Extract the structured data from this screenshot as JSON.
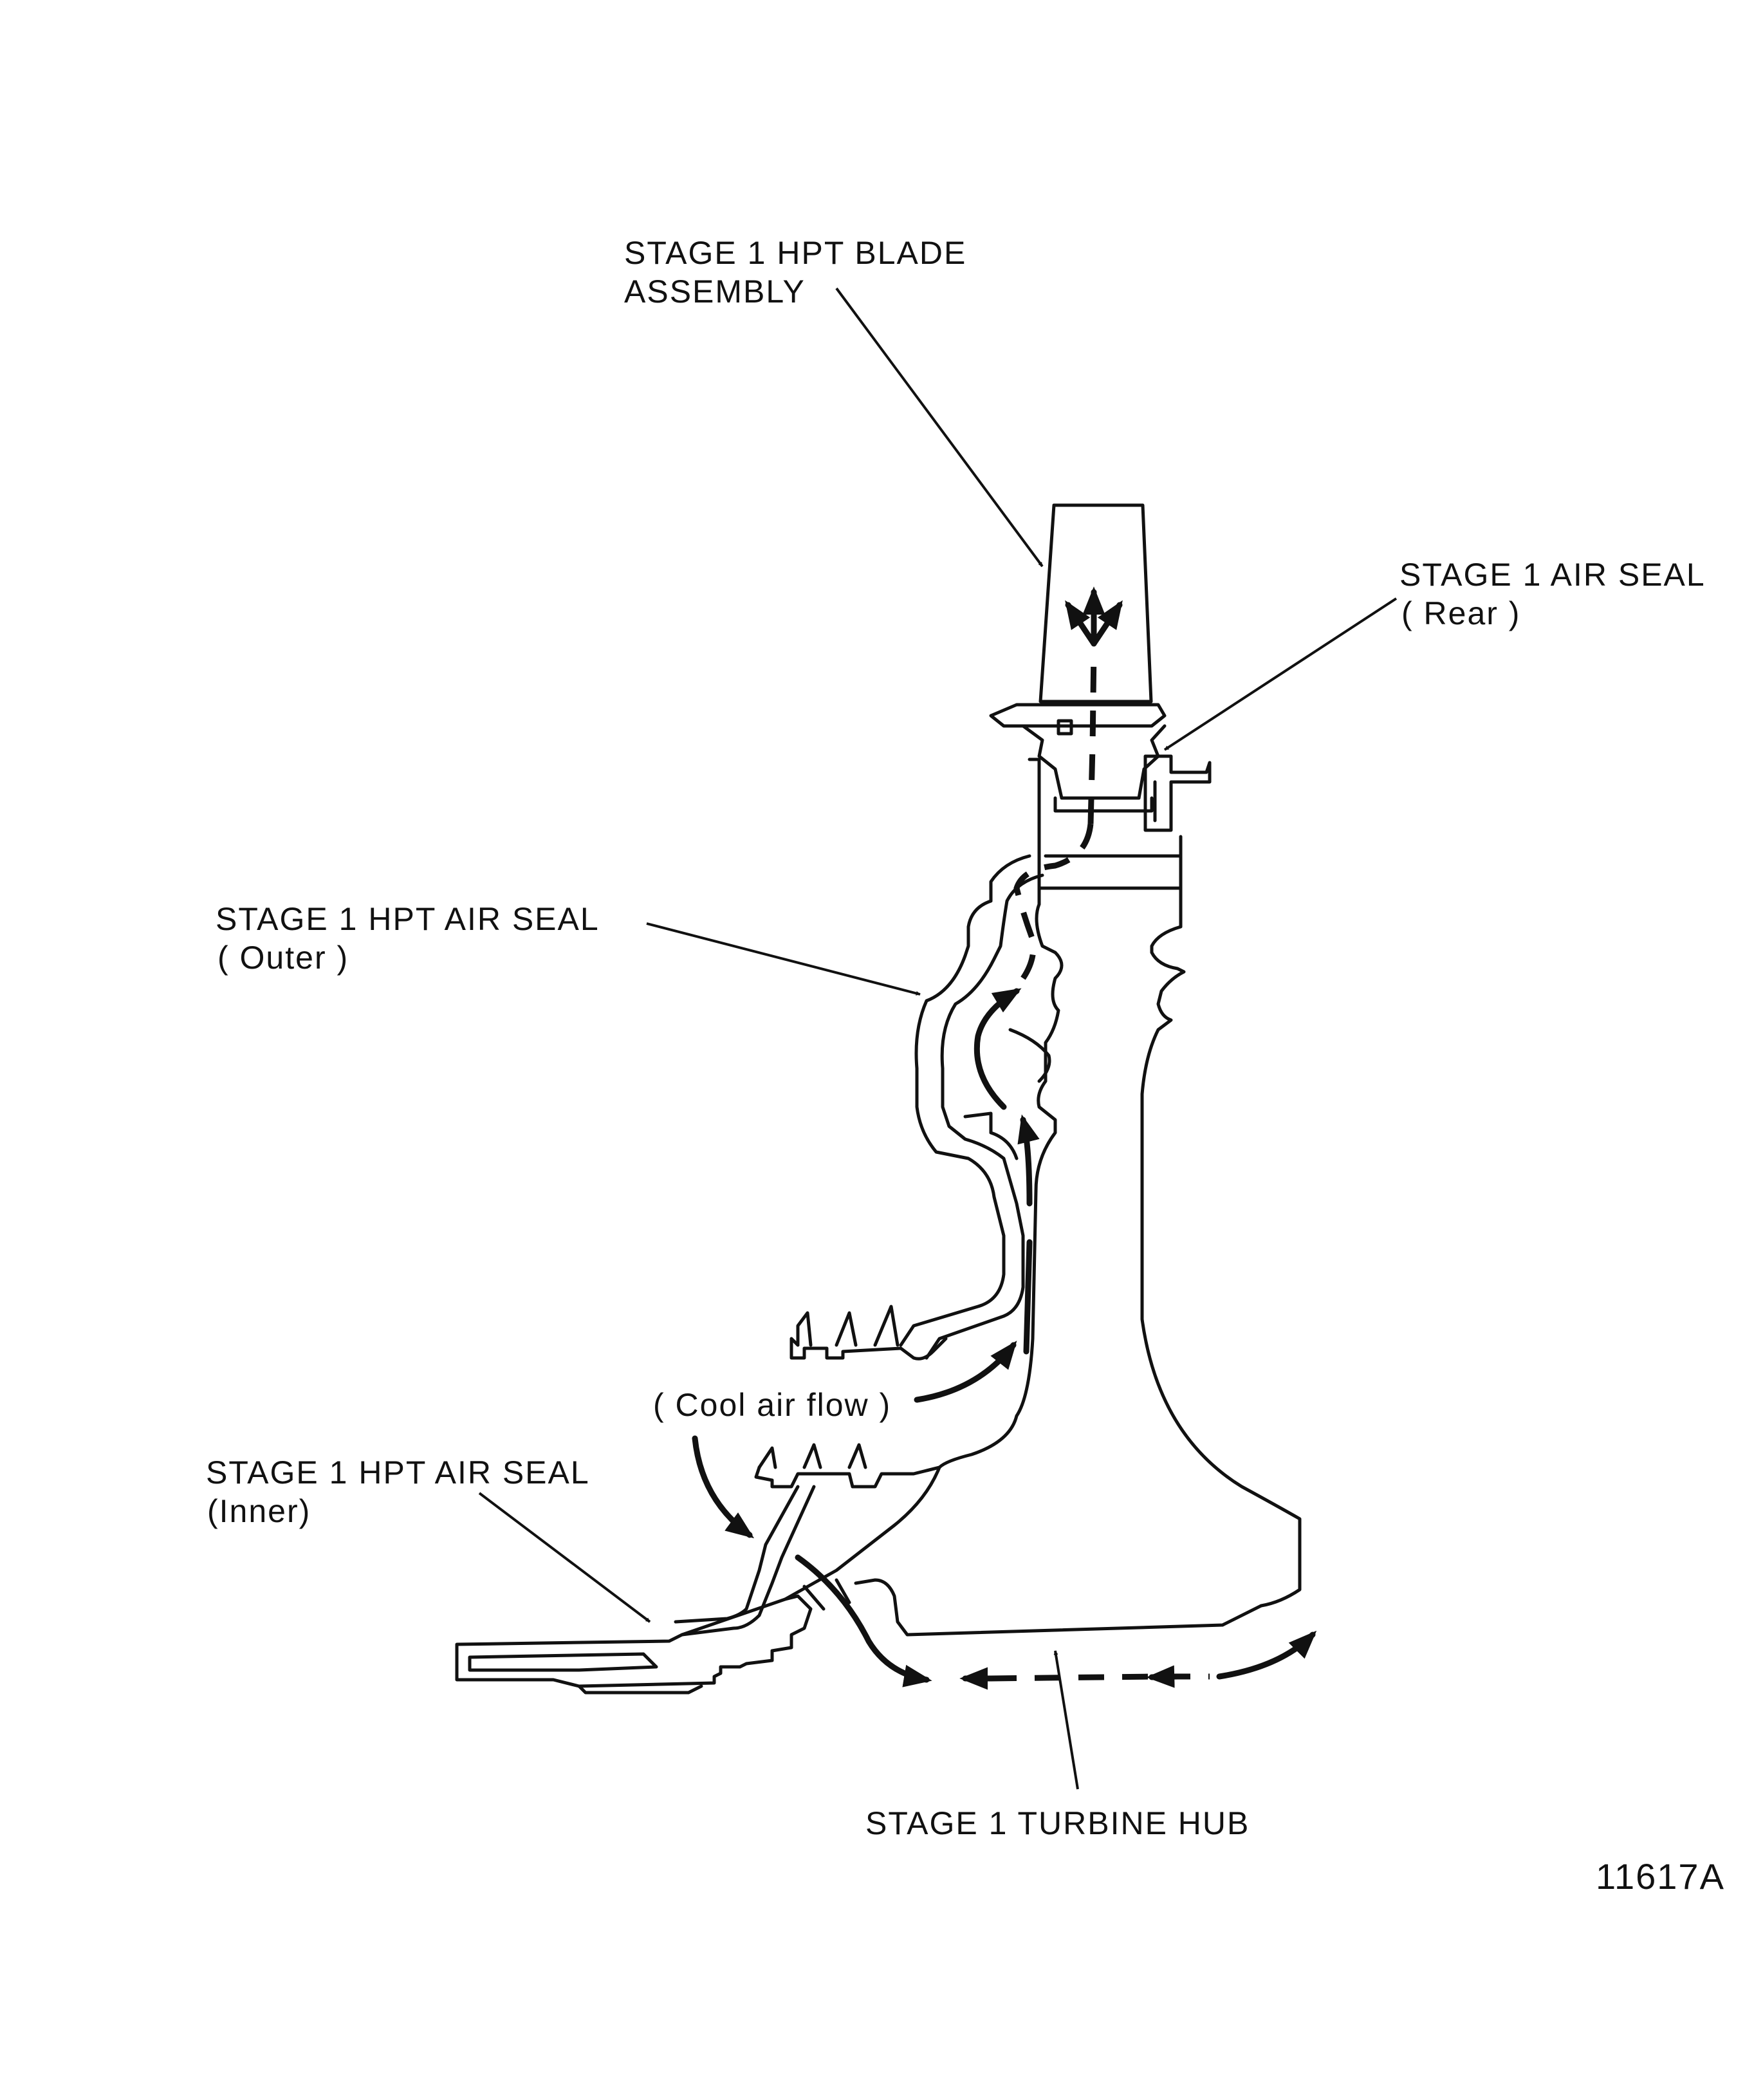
{
  "labels": {
    "blade_line1": "STAGE 1 HPT BLADE",
    "blade_line2": "ASSEMBLY",
    "rear_seal_line1": "STAGE 1 AIR SEAL",
    "rear_seal_line2": "( Rear )",
    "outer_seal_line1": "STAGE 1 HPT AIR SEAL",
    "outer_seal_line2": "( Outer )",
    "cool_air": "( Cool air flow )",
    "inner_seal_line1": "STAGE 1 HPT AIR SEAL",
    "inner_seal_line2": "(Inner)",
    "hub": "STAGE 1 TURBINE HUB"
  },
  "figure_number": "11617A"
}
